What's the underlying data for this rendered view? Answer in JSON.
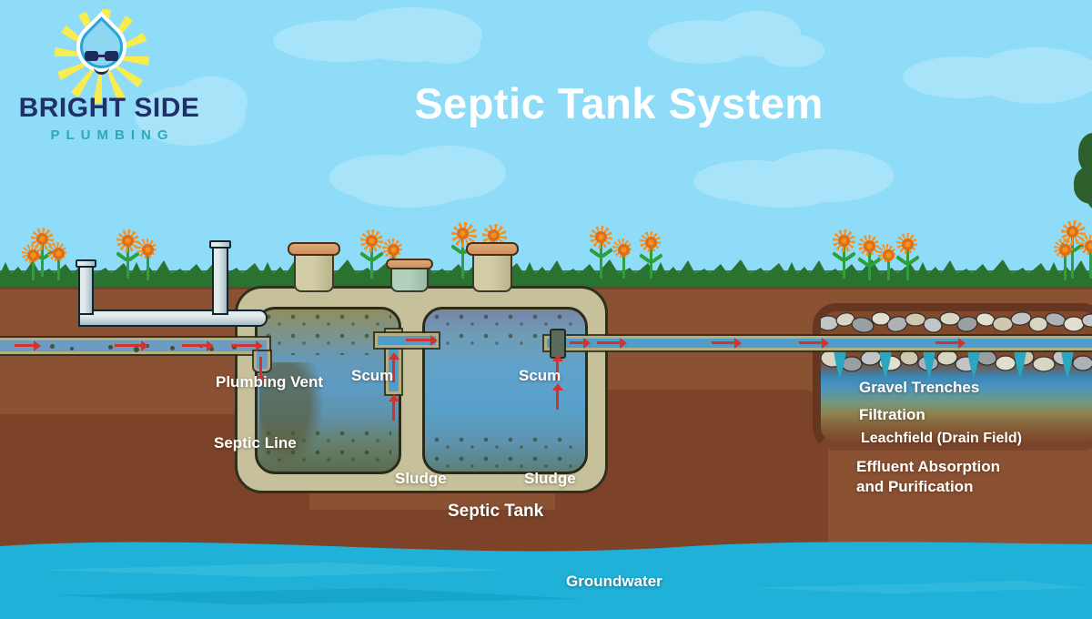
{
  "brand": {
    "name": "BRIGHT SIDE",
    "tagline": "PLUMBING",
    "logo_icon": "sun-water-drop-with-sunglasses"
  },
  "title": "Septic Tank System",
  "labels": {
    "plumbing_vent": "Plumbing Vent",
    "septic_line": "Septic Line",
    "scum_left": "Scum",
    "scum_right": "Scum",
    "sludge_left": "Sludge",
    "sludge_right": "Sludge",
    "septic_tank": "Septic Tank",
    "gravel_trenches": "Gravel Trenches",
    "filtration": "Filtration",
    "leachfield": "Leachfield (Drain Field)",
    "effluent_absorption": "Effluent Absorption",
    "and_purification": "and Purification",
    "groundwater": "Groundwater"
  },
  "colors": {
    "sky": "#8edcf8",
    "cloud": "#a7e4fa",
    "grass_band": "#378539",
    "grass_blades": "#2a7230",
    "soil": "#8a5133",
    "soil_dark": "#7c4329",
    "tank_shell": "#c6c19a",
    "tank_outline": "#30301f",
    "sewage_blue": "#6b9dc2",
    "effluent_blue": "#4f9ec9",
    "pipe_trim": "#b5ae82",
    "vent_gray": "#cfdadd",
    "arrow_red": "#d6322c",
    "groundwater": "#1fb1d7",
    "flower_orange": "#f6921f",
    "riser_cap_brown": "#d89e6c",
    "drop_blue": "#8ed7f3",
    "brand_navy": "#203169",
    "brand_teal": "#2fa8bd"
  }
}
